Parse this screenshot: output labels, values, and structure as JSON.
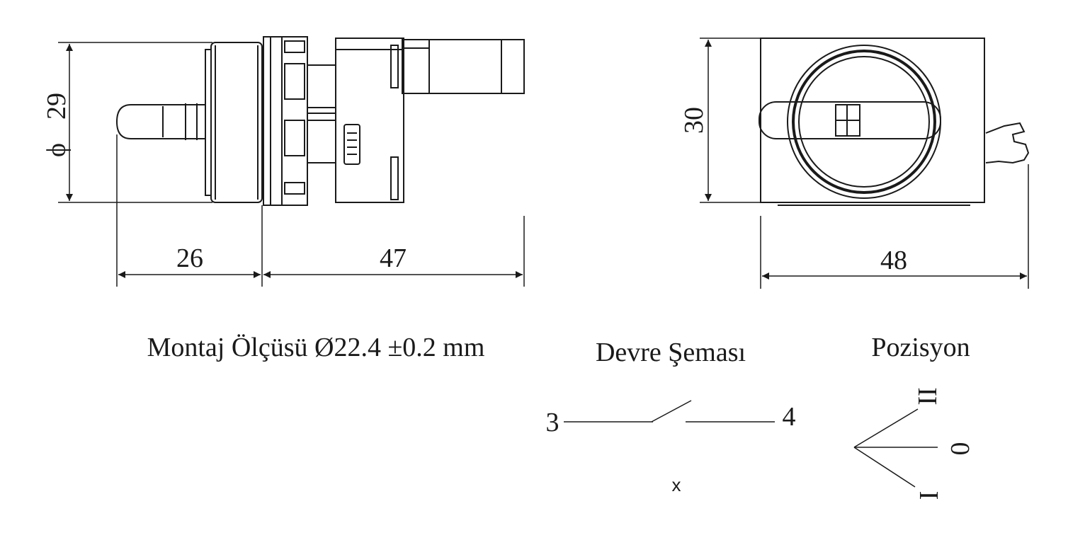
{
  "dimensions": {
    "diameter": "29",
    "diameter_symbol": "ϕ",
    "side_depth_front": "26",
    "side_depth_back": "47",
    "front_height": "30",
    "front_width": "48"
  },
  "captions": {
    "mounting": "Montaj Ölçüsü Ø22.4 ±0.2 mm",
    "circuit": "Devre Şeması",
    "position": "Pozisyon"
  },
  "circuit": {
    "terminal_left": "3",
    "terminal_right": "4",
    "mark": "x"
  },
  "positions": {
    "upper": "II",
    "middle": "0",
    "lower": "I"
  },
  "colors": {
    "line": "#1a1a1a",
    "background": "#ffffff"
  }
}
